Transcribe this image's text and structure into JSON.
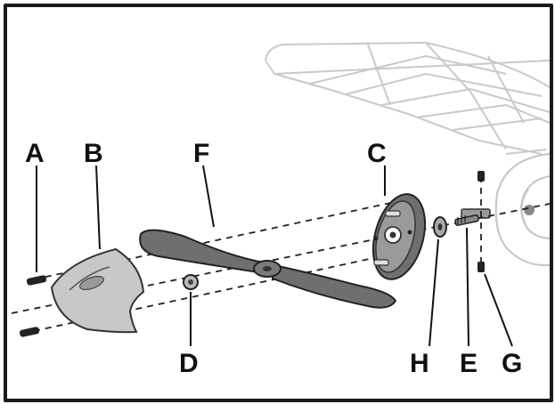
{
  "diagram": {
    "labels": {
      "a": "A",
      "b": "B",
      "c": "C",
      "d": "D",
      "e": "E",
      "f": "F",
      "g": "G",
      "h": "H"
    }
  },
  "colors": {
    "frame": "#1a1a1a",
    "part_fill": "#6f6f6f",
    "spinner_fill": "#c8c8c8",
    "wing_line": "#c9c9c9",
    "ink": "#111111"
  }
}
